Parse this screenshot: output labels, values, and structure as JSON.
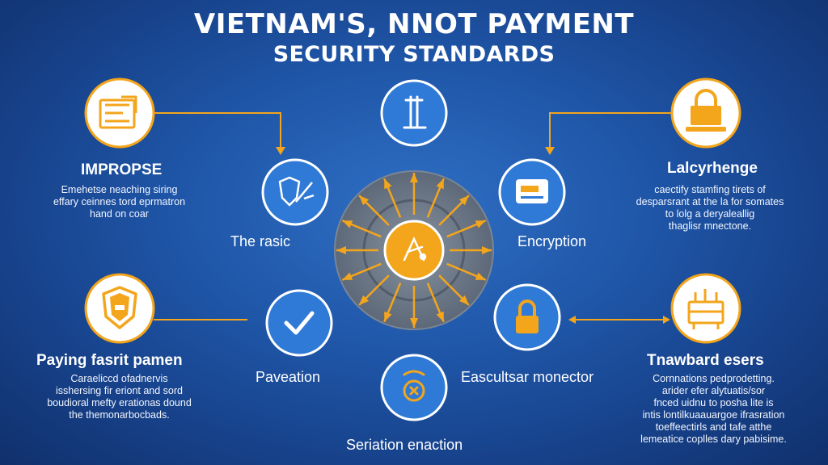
{
  "title_line1": "VIETNAM'S, NNOT PAYMENT",
  "title_line2": "SECURITY STANDARDS",
  "colors": {
    "accent": "#f3a51c",
    "blue_node": "#2f7ad6",
    "hub_ring": "#6b7686",
    "white_node": "#ffffff"
  },
  "nodes": {
    "top_left": {
      "icon": "credit-card-stack-icon",
      "heading": "IMPROPSE",
      "lines": [
        "Emehetse neaching siring",
        "effary ceinnes tord eprmatron",
        "hand on coar"
      ]
    },
    "top_right": {
      "icon": "padlock-laptop-icon",
      "heading": "Lalcyrhenge",
      "lines": [
        "caectify stamfing tirets of",
        "desparsrant at the la for somates",
        "to lolg a deryaleallig",
        "thaglisr mnectone."
      ]
    },
    "bottom_left": {
      "icon": "shield-card-icon",
      "heading": "Paying fasrit pamen",
      "lines": [
        "Caraeliccd ofadnervis",
        "isshersing fir eriont and sord",
        "boudioral mefty erationas dound",
        "the themonarbocbads."
      ]
    },
    "bottom_right": {
      "icon": "server-rack-icon",
      "heading": "Tnawbard esers",
      "lines": [
        "Cornnations pedprodetting.",
        "arider efer alytuatis/sor",
        "fnced uidnu to posha lite is",
        "intis lontilkuaauargoe ifrasration",
        "toeffeectirls and tafe atthe",
        "lemeatice coplles dary pabisime."
      ]
    },
    "top_center": {
      "icon": "tower-icon"
    },
    "inner_left": {
      "icon": "shield-pen-icon",
      "label": "The rasic"
    },
    "inner_right": {
      "icon": "payment-card-icon",
      "label": "Encryption"
    },
    "mid_left": {
      "icon": "checkmark-icon",
      "label": "Paveation"
    },
    "mid_right": {
      "icon": "lock-icon",
      "label": "Eascultsar monector"
    },
    "bottom_center": {
      "icon": "money-hand-icon",
      "label": "Seriation enaction"
    },
    "hub": {
      "icon": "central-star-icon"
    }
  }
}
